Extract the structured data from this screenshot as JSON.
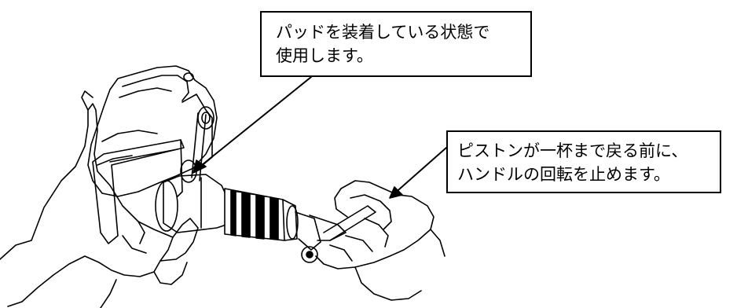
{
  "callouts": {
    "pad_installed": {
      "lines": [
        "パッドを装着している状態で",
        "使用します。"
      ]
    },
    "stop_rotation": {
      "lines": [
        "ピストンが一杯まで戻る前に、",
        "ハンドルの回転を止めます。"
      ]
    }
  },
  "colors": {
    "line": "#000000",
    "background": "#ffffff"
  },
  "icons": [
    "brake-caliper",
    "piston-tool",
    "knurled-grip",
    "handle",
    "left-hand",
    "right-hand"
  ]
}
